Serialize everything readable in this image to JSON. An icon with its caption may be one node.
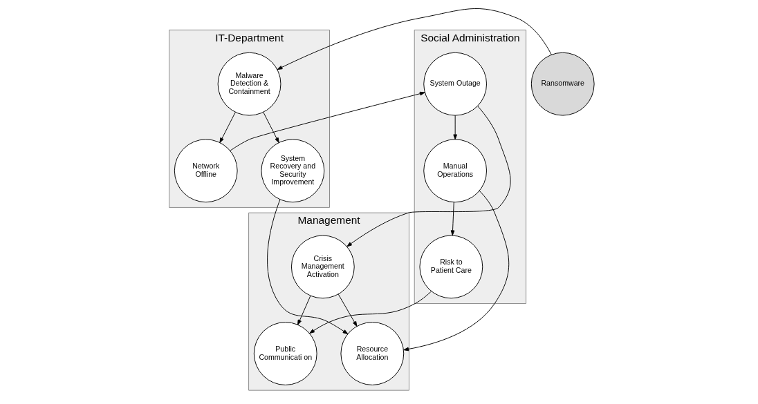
{
  "diagram": {
    "nodes": [
      {
        "text": [
          "IT-Department"
        ]
      },
      {
        "text": [
          "Social Administration"
        ]
      },
      {
        "text": [
          "Management"
        ]
      },
      {
        "text": [
          "Ransomware"
        ]
      },
      {
        "text": [
          "Malware Detection & Containment"
        ],
        "in": 0
      },
      {
        "text": [
          "Network Offline"
        ],
        "in": 0
      },
      {
        "text": [
          "System Recovery and Security Improvement"
        ],
        "in": 0
      },
      {
        "text": [
          "System Outage"
        ],
        "in": 1
      },
      {
        "text": [
          "Manual Operations"
        ],
        "in": 1
      },
      {
        "text": [
          "Risk to Patient Care"
        ],
        "in": 1
      },
      {
        "text": [
          "Crisis Management Activation"
        ],
        "in": 2
      },
      {
        "text": [
          "Resource Allocation"
        ],
        "in": 2
      },
      {
        "text": [
          "Public Communicati on"
        ],
        "in": 2
      }
    ],
    "edges": [
      {
        "from": 3,
        "to": 4,
        "arrow": "to"
      },
      {
        "from": 4,
        "to": 5,
        "arrow": "to"
      },
      {
        "from": 4,
        "to": 6,
        "arrow": "to"
      },
      {
        "from": 5,
        "to": 7,
        "arrow": "to"
      },
      {
        "from": 7,
        "to": 10,
        "arrow": "to"
      },
      {
        "from": 7,
        "to": 8,
        "arrow": "to"
      },
      {
        "from": 8,
        "to": 11,
        "arrow": "to"
      },
      {
        "from": 8,
        "to": 9,
        "arrow": "to"
      },
      {
        "from": 10,
        "to": 11,
        "arrow": "to"
      },
      {
        "from": 10,
        "to": 12,
        "arrow": "to"
      },
      {
        "from": 9,
        "to": 12,
        "arrow": "to"
      },
      {
        "from": 6,
        "to": 11,
        "arrow": "to"
      }
    ]
  }
}
